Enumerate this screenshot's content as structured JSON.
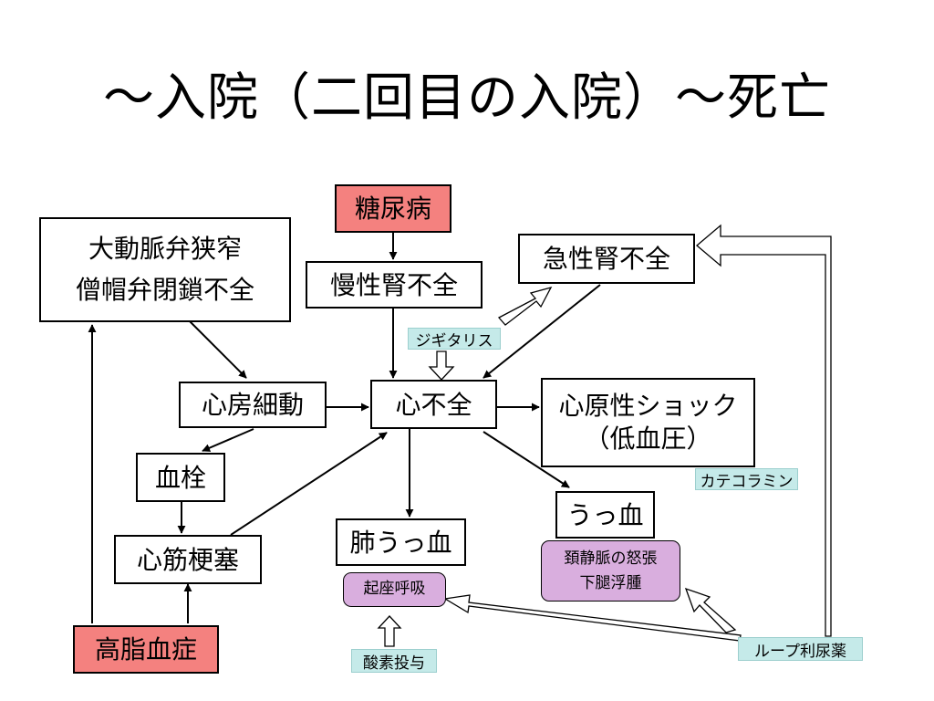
{
  "title": "～入院（二回目の入院）～死亡",
  "nodes": {
    "diabetes": "糖尿病",
    "chronic_renal_failure": "慢性腎不全",
    "acute_renal_failure": "急性腎不全",
    "valve_line1": "大動脈弁狭窄",
    "valve_line2": "僧帽弁閉鎖不全",
    "atrial_fibrillation": "心房細動",
    "heart_failure": "心不全",
    "cardiogenic_shock_line1": "心原性ショック",
    "cardiogenic_shock_line2": "（低血圧）",
    "thrombus": "血栓",
    "myocardial_infarction": "心筋梗塞",
    "hyperlipidemia": "高脂血症",
    "pulmonary_congestion": "肺うっ血",
    "congestion": "うっ血",
    "orthopnea": "起座呼吸",
    "congestion_signs_line1": "頚静脈の怒張",
    "congestion_signs_line2": "下腿浮腫"
  },
  "treatments": {
    "digitalis": "ジギタリス",
    "catecholamine": "カテコラミン",
    "oxygen": "酸素投与",
    "loop_diuretic": "ループ利尿薬"
  },
  "colors": {
    "risk_factor": "#f4817f",
    "symptom": "#d9aede",
    "treatment": "#c5eae9"
  }
}
